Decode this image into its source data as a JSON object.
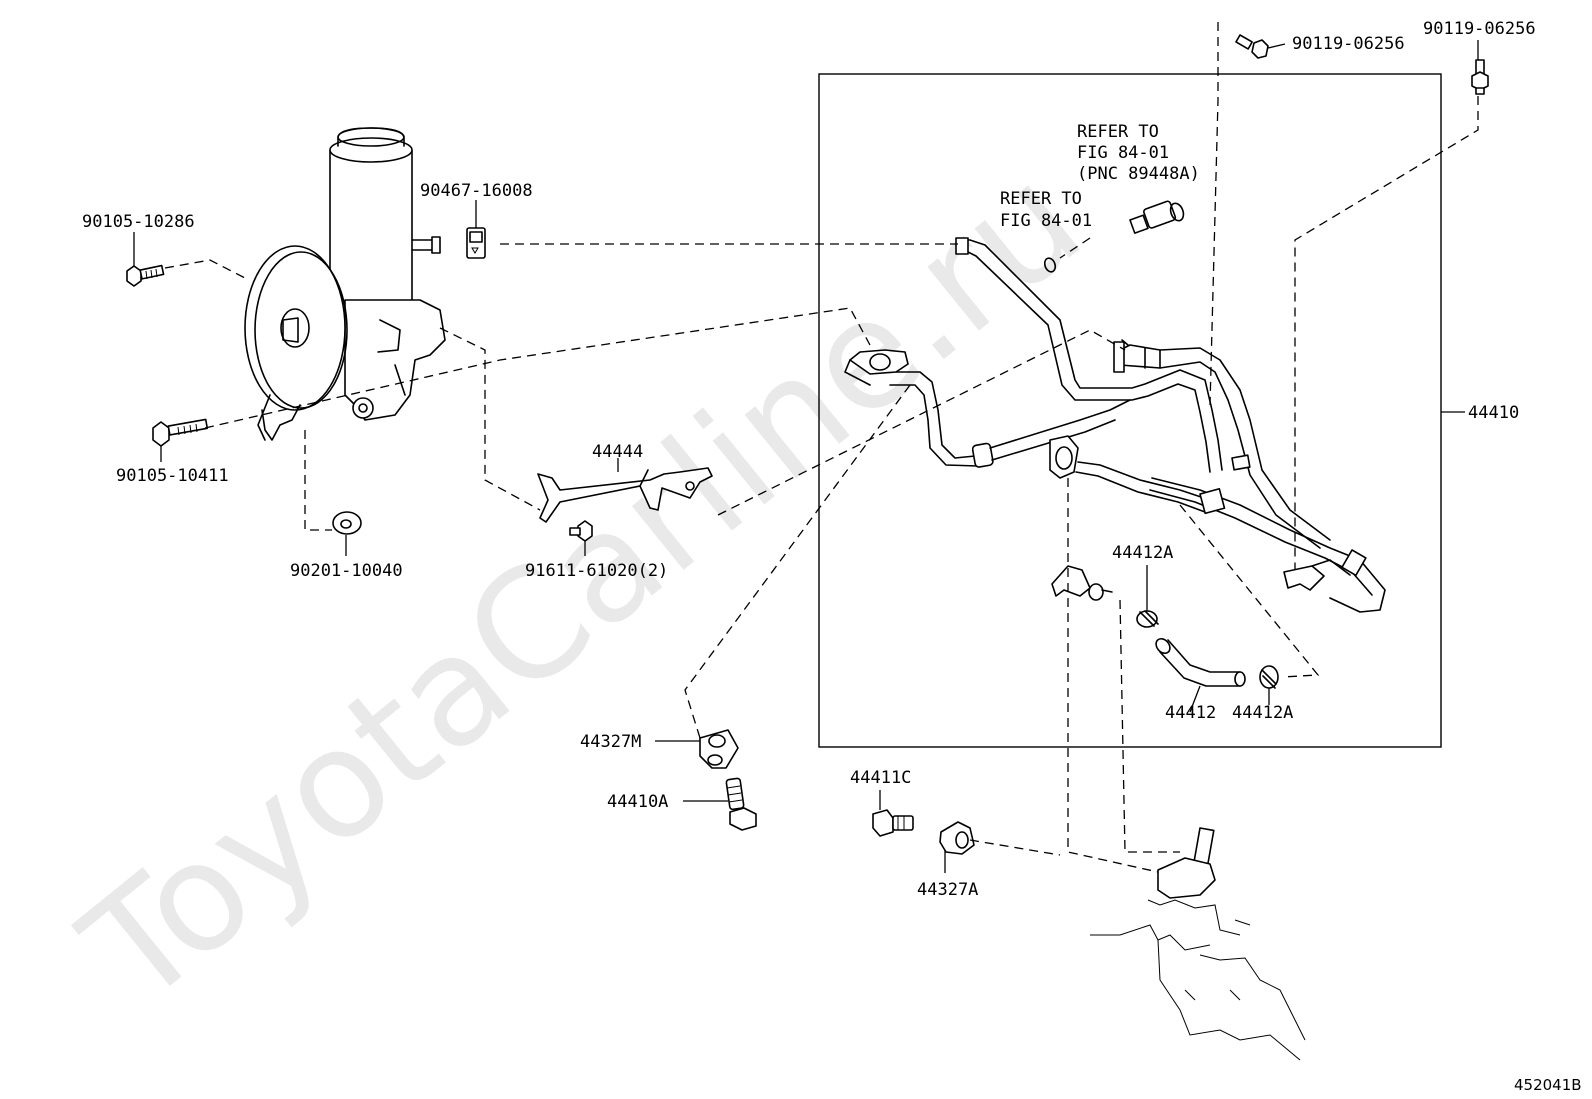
{
  "watermark": "ToyotaCarline.ru",
  "figure_code": "452041B",
  "labels": {
    "bolt_90105_10286": "90105-10286",
    "bolt_90105_10411": "90105-10411",
    "washer_90201_10040": "90201-10040",
    "clip_90467_16008": "90467-16008",
    "bolt_91611_61020": "91611-61020(2)",
    "bracket_44444": "44444",
    "bolt_90119_06256_a": "90119-06256",
    "bolt_90119_06256_b": "90119-06256",
    "hose_assy_44410": "44410",
    "clamp_44412A_top": "44412A",
    "hose_44412": "44412",
    "clamp_44412A_bottom": "44412A",
    "gasket_44327M": "44327M",
    "union_bolt_44410A": "44410A",
    "union_bolt_44411C": "44411C",
    "gasket_44327A": "44327A"
  },
  "refer_notes": {
    "sensor": [
      "REFER TO",
      "FIG 84-01",
      "(PNC 89448A)"
    ],
    "oring": [
      "REFER TO",
      "FIG 84-01"
    ]
  }
}
